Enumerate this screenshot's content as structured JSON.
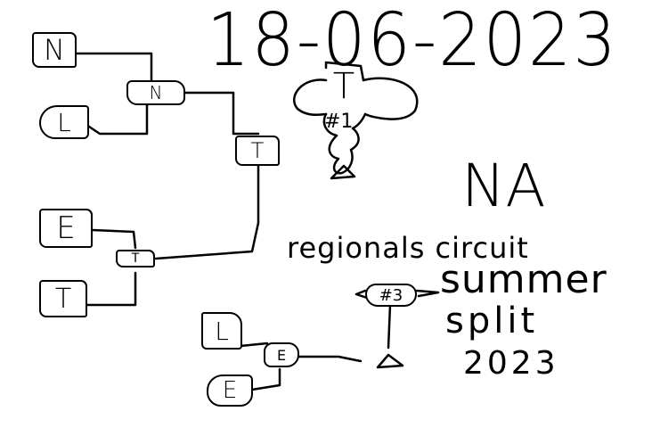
{
  "date": "18-06-2023",
  "title": {
    "region": "NA",
    "line1": "regionals circuit",
    "line2": "summer",
    "line3": "split",
    "line4": "2023"
  },
  "bracket": {
    "seeds": [
      {
        "id": "seed-1",
        "letter": "N"
      },
      {
        "id": "seed-2",
        "letter": "L"
      },
      {
        "id": "seed-3",
        "letter": "E"
      },
      {
        "id": "seed-4",
        "letter": "T"
      }
    ],
    "semifinals": [
      {
        "id": "semi-1",
        "winner": "N"
      },
      {
        "id": "semi-2",
        "winner": "T"
      }
    ],
    "final": {
      "winner": "T"
    },
    "third_place": {
      "teams": [
        "L",
        "E"
      ],
      "winner": "E"
    }
  },
  "trophies": {
    "first": {
      "letter": "T",
      "label": "#1"
    },
    "third": {
      "label": "#3"
    }
  }
}
